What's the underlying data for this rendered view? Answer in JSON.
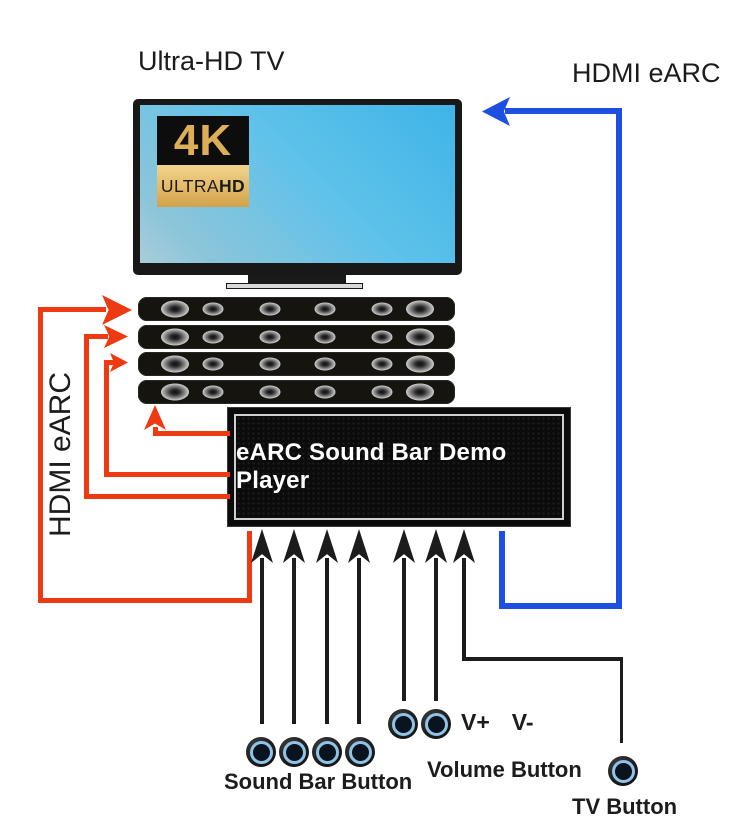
{
  "labels": {
    "title": "Ultra-HD TV",
    "hdmi_earc_right": "HDMI eARC",
    "hdmi_earc_left": "HDMI eARC",
    "demo_player": "eARC Sound Bar Demo Player",
    "sound_bar_button": "Sound Bar Button",
    "volume_plus": "V+",
    "volume_minus": "V-",
    "volume_button": "Volume Button",
    "tv_button": "TV Button"
  },
  "tv_badge": {
    "big": "4K",
    "ultra": "ULTRA",
    "hd": "HD"
  },
  "counts": {
    "sound_bars": 4,
    "speakers_per_bar": 6,
    "sound_bar_buttons": 4,
    "volume_buttons": 2,
    "tv_buttons": 1
  },
  "colors": {
    "earc_red": "#ee3a12",
    "earc_blue": "#1d4fe0",
    "line_black": "#1c1c1c",
    "badge_gold": "#dcae58",
    "screen_blue": "#45b8e8",
    "button_ring_blue": "#90c3e8"
  }
}
